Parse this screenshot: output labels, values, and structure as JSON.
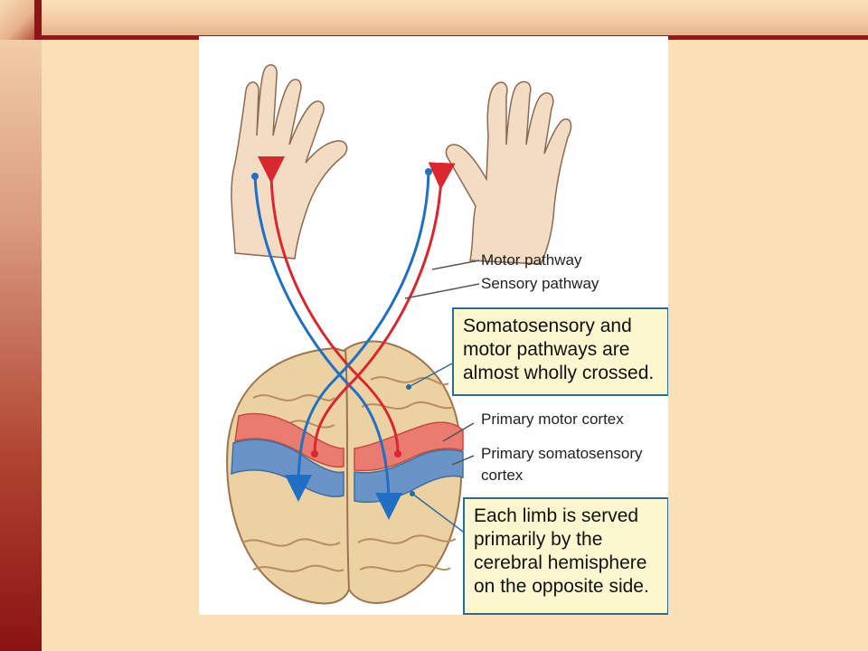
{
  "labels": {
    "motor_pathway": "Motor pathway",
    "sensory_pathway": "Sensory pathway",
    "primary_motor_cortex": "Primary motor cortex",
    "primary_somatosensory_cortex_line1": "Primary somatosensory",
    "primary_somatosensory_cortex_line2": "cortex"
  },
  "callouts": {
    "crossed": {
      "lines": [
        "Somatosensory and",
        "motor pathways are",
        "almost wholly crossed."
      ]
    },
    "each_limb": {
      "lines": [
        "Each limb is served",
        "primarily by the",
        "cerebral hemisphere",
        "on the opposite side."
      ]
    }
  },
  "colors": {
    "motor": "#d9262f",
    "sensory": "#1f6fc4",
    "callout_border": "#2b6b9a",
    "callout_fill": "#fdf7cf",
    "brain": "#ecd1a3",
    "motor_cortex": "#ea7b71",
    "somatosensory_cortex": "#6a94c8",
    "background": "#fbe0b5",
    "frame": "#951818"
  }
}
